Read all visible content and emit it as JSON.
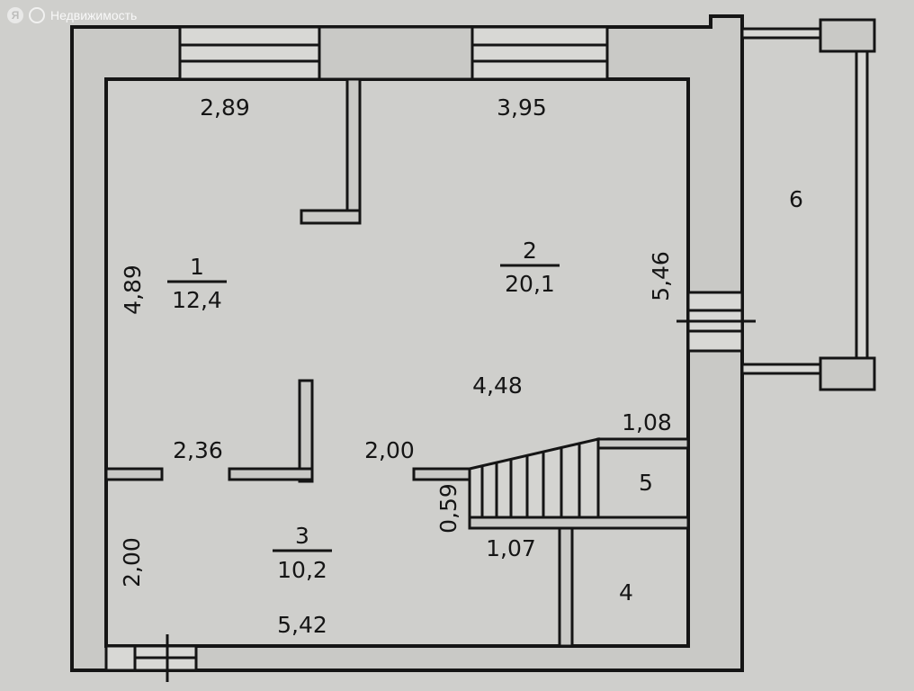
{
  "watermark": {
    "brand_letter": "Я",
    "text": "Недвижимость"
  },
  "colors": {
    "background": "#cfcfcc",
    "wall_fill": "#c9c9c6",
    "ink": "#151515"
  },
  "rooms": [
    {
      "number": "1",
      "area": "12,4"
    },
    {
      "number": "2",
      "area": "20,1"
    },
    {
      "number": "3",
      "area": "10,2"
    },
    {
      "number": "4"
    },
    {
      "number": "5"
    },
    {
      "number": "6"
    }
  ],
  "dimensions": {
    "top_left": "2,89",
    "top_right": "3,95",
    "left_room1": "4,89",
    "right_room2": "5,46",
    "mid_room2": "4,48",
    "stair_top": "1,08",
    "partition_left": "2,36",
    "partition_mid": "2,00",
    "stair_side": "0,59",
    "stair_bottom": "1,07",
    "left_room3": "2,00",
    "bottom_room3": "5,42"
  }
}
